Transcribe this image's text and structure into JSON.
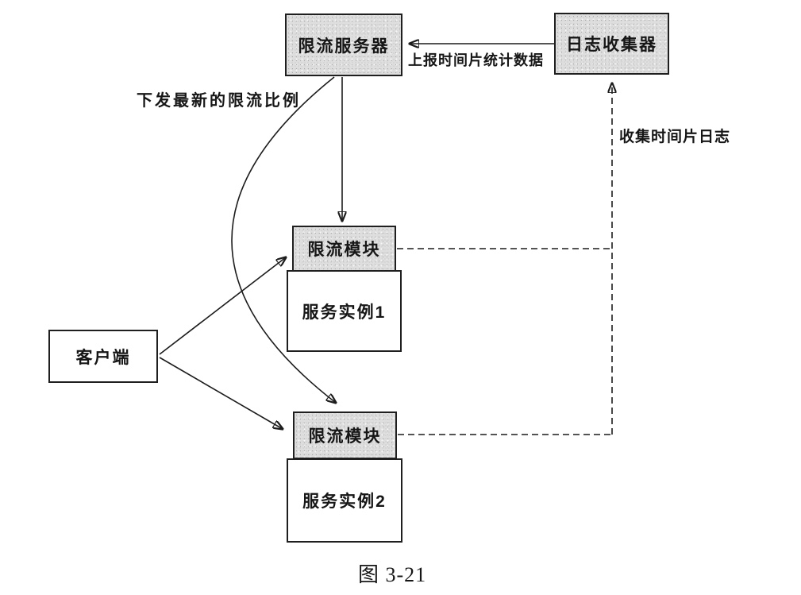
{
  "diagram": {
    "caption": "图 3-21",
    "nodes": {
      "server": {
        "label": "限流服务器"
      },
      "collector": {
        "label": "日志收集器"
      },
      "module1": {
        "label": "限流模块"
      },
      "instance1": {
        "label": "服务实例1"
      },
      "module2": {
        "label": "限流模块"
      },
      "instance2": {
        "label": "服务实例2"
      },
      "client": {
        "label": "客户端"
      }
    },
    "edge_labels": {
      "report": "上报时间片统计数据",
      "dispatch": "下发最新的限流比例",
      "collect": "收集时间片日志"
    },
    "edges": [
      {
        "from": "collector",
        "to": "server",
        "style": "solid-arrow",
        "label": "上报时间片统计数据"
      },
      {
        "from": "server",
        "to": "module1",
        "style": "solid-arrow",
        "label": ""
      },
      {
        "from": "server",
        "to": "module2",
        "style": "solid-arrow-curved",
        "label": "下发最新的限流比例"
      },
      {
        "from": "client",
        "to": "module1",
        "style": "solid-arrow",
        "label": ""
      },
      {
        "from": "client",
        "to": "module2",
        "style": "solid-arrow",
        "label": ""
      },
      {
        "from": "module1",
        "to": "collector",
        "style": "dashed",
        "label": "收集时间片日志"
      },
      {
        "from": "module2",
        "to": "collector",
        "style": "dashed-arrow",
        "label": ""
      }
    ],
    "colors": {
      "node_fill": "#dedede",
      "node_border": "#1f1f1f",
      "line": "#1c1c1c",
      "text": "#161616",
      "background": "#ffffff"
    }
  }
}
